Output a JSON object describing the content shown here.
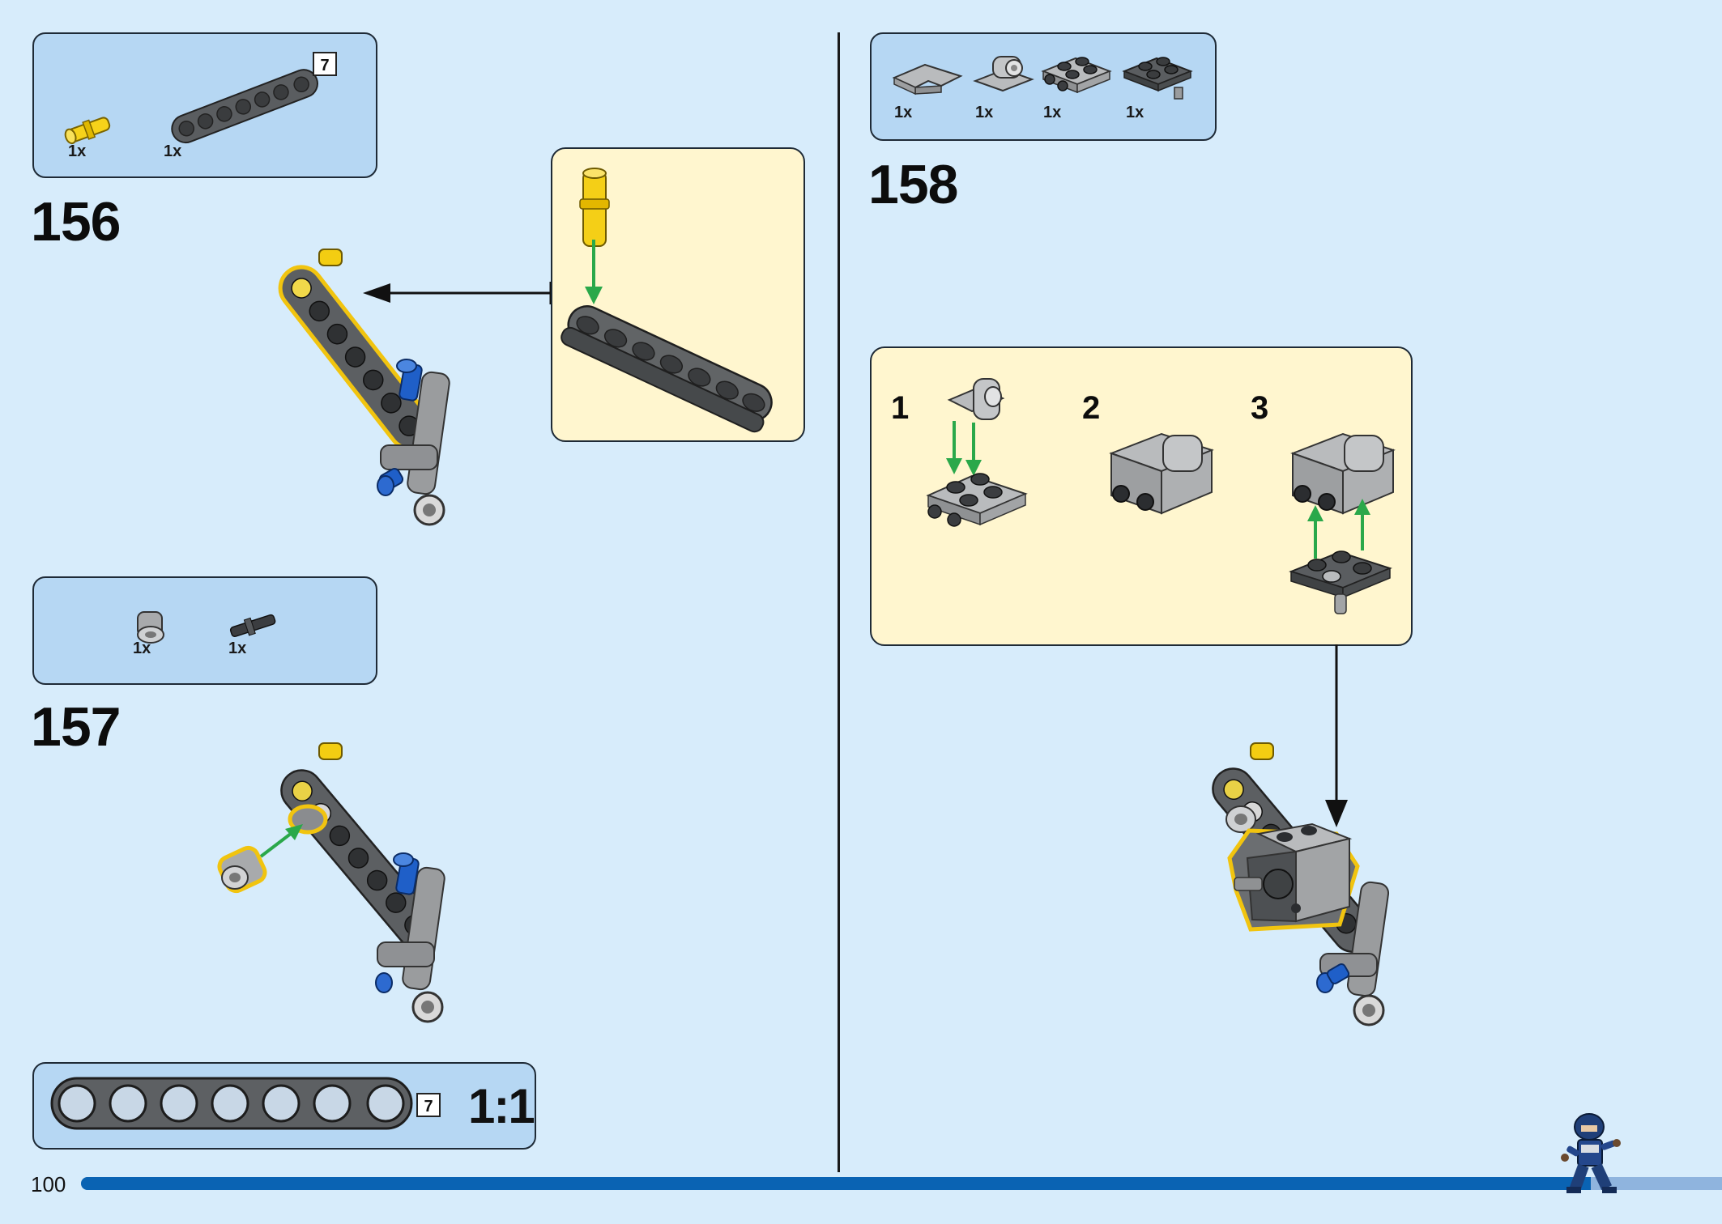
{
  "page": {
    "number": "100",
    "colors": {
      "background": "#d7ecfb",
      "parts_box": "#b6d7f3",
      "callout": "#fff6cf",
      "progress": "#0a63b3",
      "progress_rest": "#8fb4de"
    },
    "progress": 0.92
  },
  "steps": [
    {
      "number": "156",
      "parts": [
        {
          "icon": "yellow-pin-icon",
          "qty": "1x"
        },
        {
          "icon": "dark-beam-7-icon",
          "qty": "1x",
          "length": "7"
        }
      ]
    },
    {
      "number": "157",
      "parts": [
        {
          "icon": "bush-icon",
          "qty": "1x"
        },
        {
          "icon": "axle-pin-icon",
          "qty": "1x"
        }
      ]
    },
    {
      "number": "158",
      "parts": [
        {
          "icon": "corner-plate-icon",
          "qty": "1x"
        },
        {
          "icon": "pin-hole-plate-icon",
          "qty": "1x"
        },
        {
          "icon": "plate-2x2-pins-icon",
          "qty": "1x"
        },
        {
          "icon": "plate-2x2-axle-icon",
          "qty": "1x"
        }
      ],
      "substeps": [
        "1",
        "2",
        "3"
      ]
    }
  ],
  "scale": {
    "label": "1:1",
    "length": "7"
  }
}
